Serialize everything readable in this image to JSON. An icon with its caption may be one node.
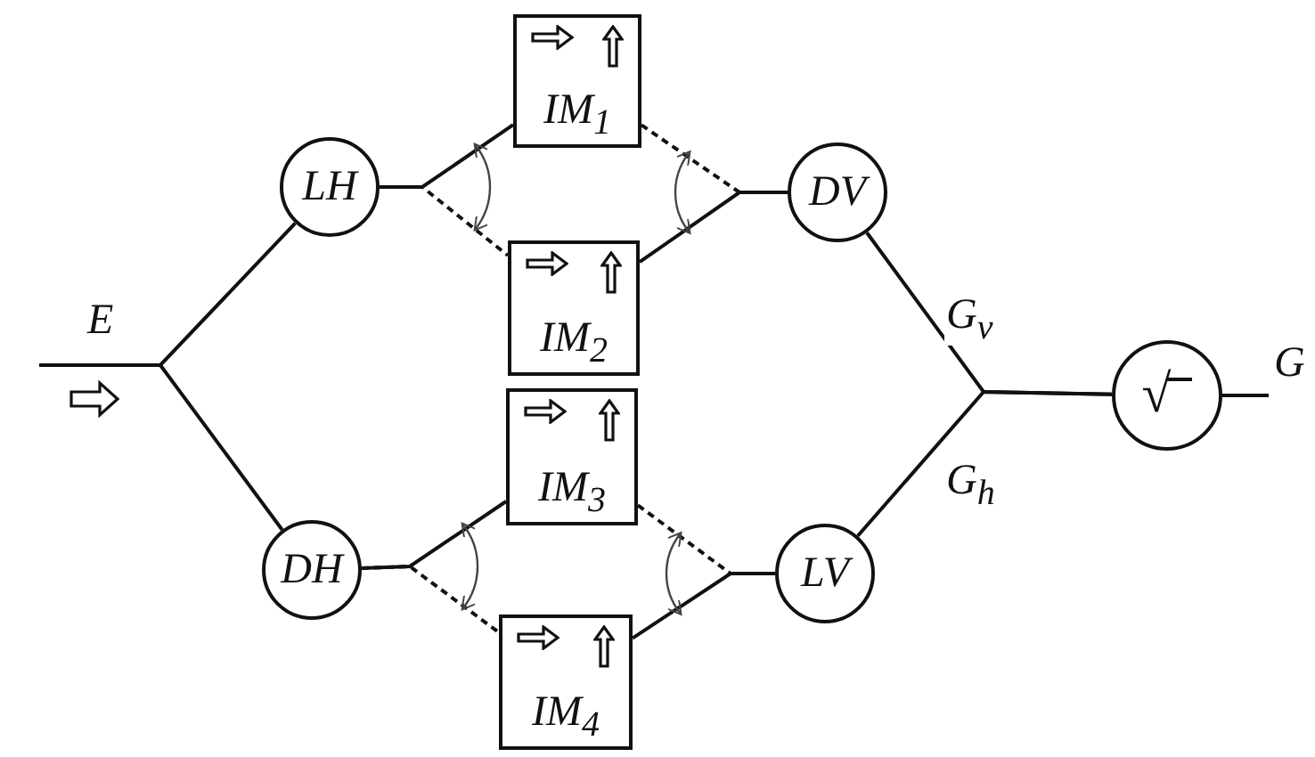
{
  "diagram": {
    "nodes": [
      {
        "text": [
          "LH"
        ]
      },
      {
        "text": [
          "IM$_{1}$"
        ]
      },
      {
        "text": [
          "IM$_{2}$"
        ]
      },
      {
        "text": [
          "DH"
        ]
      },
      {
        "text": [
          "IM$_{3}$"
        ]
      },
      {
        "text": [
          "IM$_{4}$"
        ]
      },
      {
        "text": [
          "DV"
        ]
      },
      {
        "text": [
          "LV"
        ]
      },
      {
        "text": [
          "√"
        ]
      }
    ],
    "edges": [
      {
        "from": null,
        "to": 0,
        "arrow": "none",
        "label": "E"
      },
      {
        "from": null,
        "to": 3,
        "arrow": "none"
      },
      {
        "from": 0,
        "to": 1,
        "arrow": "none"
      },
      {
        "from": 0,
        "to": 2,
        "arrow": "none",
        "style": "dashed"
      },
      {
        "from": 1,
        "to": 6,
        "arrow": "none",
        "style": "dashed"
      },
      {
        "from": 2,
        "to": 6,
        "arrow": "none"
      },
      {
        "from": 3,
        "to": 4,
        "arrow": "none"
      },
      {
        "from": 3,
        "to": 5,
        "arrow": "none",
        "style": "dashed"
      },
      {
        "from": 4,
        "to": 7,
        "arrow": "none",
        "style": "dashed"
      },
      {
        "from": 5,
        "to": 7,
        "arrow": "none"
      },
      {
        "from": 6,
        "to": 8,
        "arrow": "none",
        "label": "G$_{v}$"
      },
      {
        "from": 7,
        "to": 8,
        "arrow": "none",
        "label": "G$_{h}$"
      },
      {
        "from": 8,
        "to": null,
        "arrow": "none",
        "label": "G"
      }
    ]
  }
}
